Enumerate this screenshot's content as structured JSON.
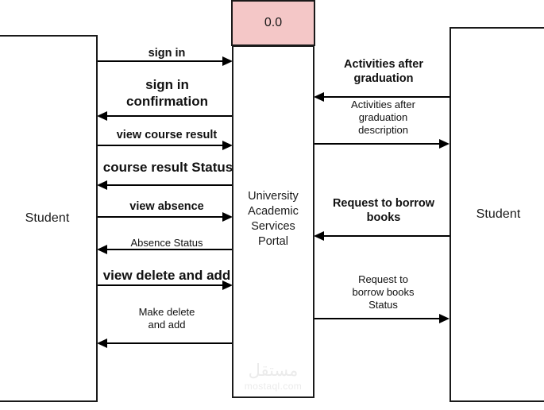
{
  "diagram": {
    "type": "data-flow-diagram",
    "title": "University Academic Services Portal DFD",
    "process": {
      "id": "0.0",
      "name": "University\nAcademic\nServices\nPortal",
      "fill_color": "#f4c7c7"
    },
    "entities": [
      {
        "key": "student-left",
        "label": "Student"
      },
      {
        "key": "student-right",
        "label": "Student"
      }
    ],
    "left_flows": [
      {
        "label": "sign in",
        "direction": "to-process",
        "style": "bold"
      },
      {
        "label": "sign in\nconfirmation",
        "direction": "to-entity",
        "style": "bold-l"
      },
      {
        "label": "view course result",
        "direction": "to-process",
        "style": "bold"
      },
      {
        "label": "course result Status",
        "direction": "to-entity",
        "style": "bold-l"
      },
      {
        "label": "view absence",
        "direction": "to-process",
        "style": "bold"
      },
      {
        "label": "Absence Status",
        "direction": "to-entity",
        "style": "plain-m"
      },
      {
        "label": "view delete and add",
        "direction": "to-process",
        "style": "bold-l"
      },
      {
        "label": "Make delete\nand add",
        "direction": "to-entity",
        "style": "plain-m"
      }
    ],
    "right_flows": [
      {
        "label": "Activities after\ngraduation",
        "direction": "to-process",
        "style": "bold"
      },
      {
        "label": "Activities after\ngraduation\ndescription",
        "direction": "to-entity",
        "style": "plain-m"
      },
      {
        "label": "Request to borrow\nbooks",
        "direction": "to-process",
        "style": "bold"
      },
      {
        "label": "Request to\nborrow books\nStatus",
        "direction": "to-entity",
        "style": "plain-m"
      }
    ]
  },
  "watermark": {
    "arabic": "مستقل",
    "latin": "mostaql.com"
  }
}
